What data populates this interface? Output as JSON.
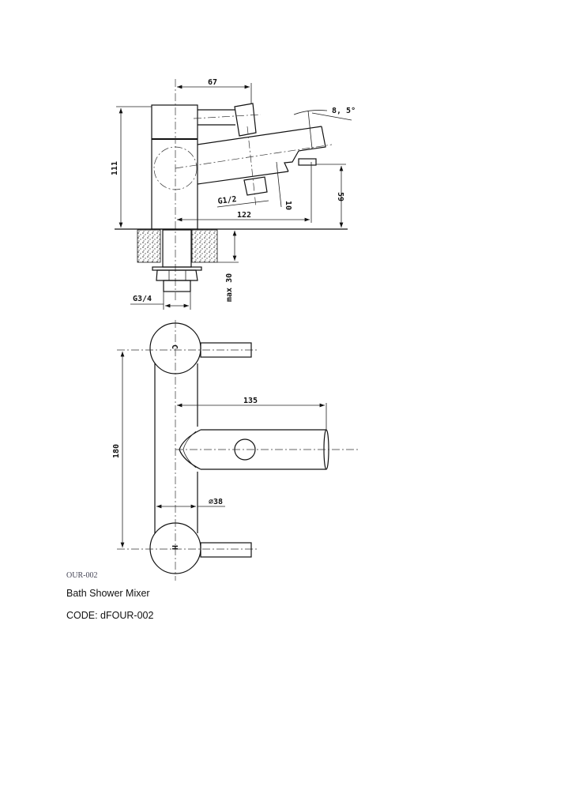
{
  "drawing": {
    "side_view": {
      "dim_width_top": "67",
      "dim_angle": "8, 5°",
      "dim_height": "111",
      "dim_outlet_thread": "G1/2",
      "dim_offset": "10",
      "dim_reach": "122",
      "dim_spout_height": "59",
      "dim_inlet_thread": "G3/4",
      "dim_deck_thickness": "max 30"
    },
    "top_view": {
      "label_cold": "C",
      "label_hot": "H",
      "dim_centers": "180",
      "dim_spout_reach": "135",
      "dim_diameter": "⌀38"
    }
  },
  "caption": {
    "cut_code": "OUR-002",
    "product_name": "Bath Shower Mixer",
    "code": "CODE: dFOUR-002"
  }
}
